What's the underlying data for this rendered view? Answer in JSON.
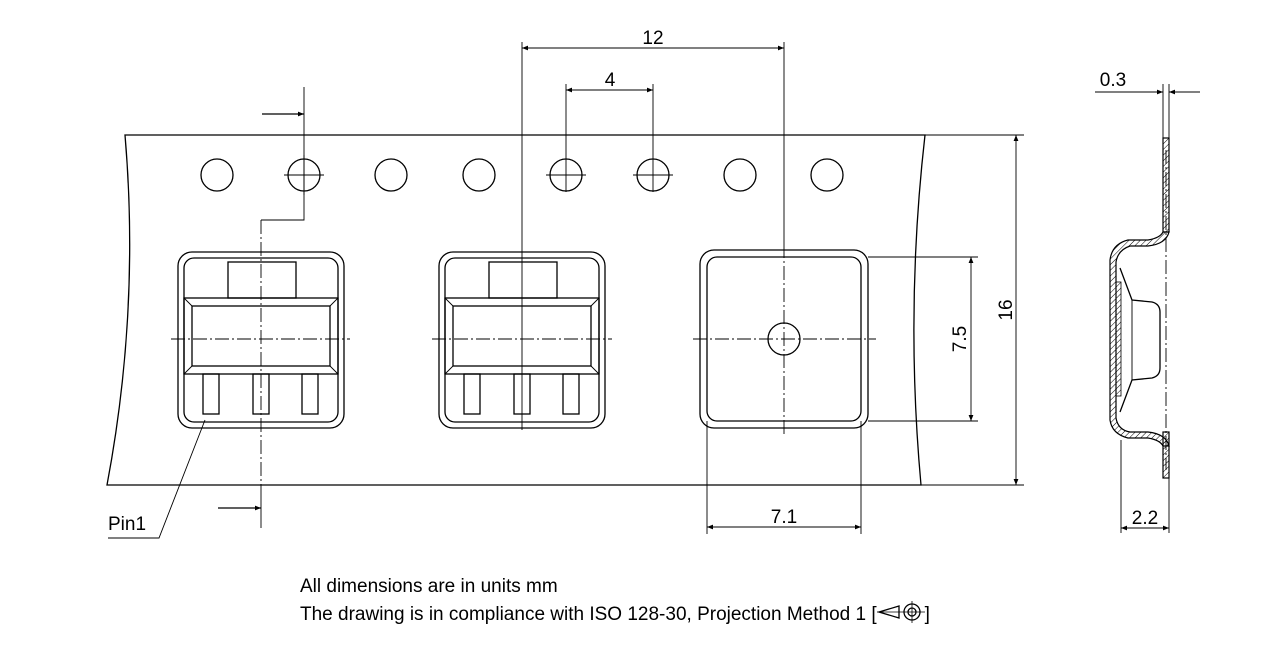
{
  "dimensions": {
    "pitch_12": "12",
    "hole_pitch_4": "4",
    "thickness_0_3": "0.3",
    "width_16": "16",
    "pocket_7_5": "7.5",
    "pocket_7_1": "7.1",
    "depth_2_2": "2.2"
  },
  "labels": {
    "pin1": "Pin1"
  },
  "notes": {
    "line1": "All dimensions are in units mm",
    "line2_prefix": "The drawing is in compliance with ISO 128-30, Projection Method 1 [",
    "line2_suffix": "]"
  },
  "icons": {
    "projection": "first-angle-projection-icon"
  }
}
